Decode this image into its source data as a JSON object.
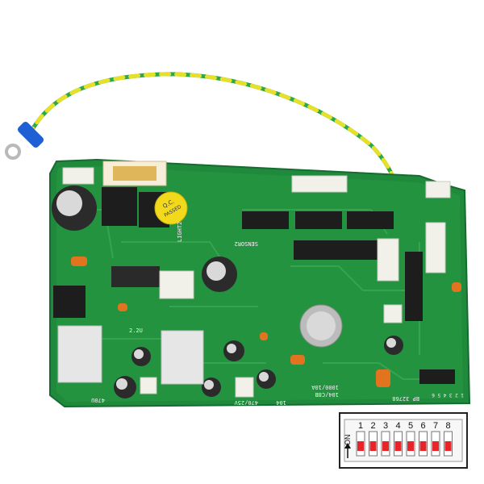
{
  "board_labels": {
    "qc_stamp_line1": "Q.C.",
    "qc_stamp_line2": "PASSED",
    "light": "LIGHT2",
    "sensor": "SENSOR2",
    "jumper_1": "1000/10A",
    "jumper_2": "104/C8B",
    "cap_1": "470/25V",
    "cap_2": "104",
    "model": "BP 32768",
    "cap_3": "2.2U",
    "cap_4": "470U",
    "dip_nums_small": "1 2 3 4 5 6"
  },
  "dip_inset": {
    "on_label": "ON",
    "switch_numbers": [
      "1",
      "2",
      "3",
      "4",
      "5",
      "6",
      "7",
      "8"
    ],
    "switch_positions": [
      "down",
      "down",
      "down",
      "down",
      "down",
      "down",
      "down",
      "down"
    ],
    "switch_color": "#e8242a"
  },
  "colors": {
    "pcb": "#1f8a3c",
    "ground_wire_green": "#2aa84a",
    "ground_wire_yellow": "#e6e02a"
  }
}
